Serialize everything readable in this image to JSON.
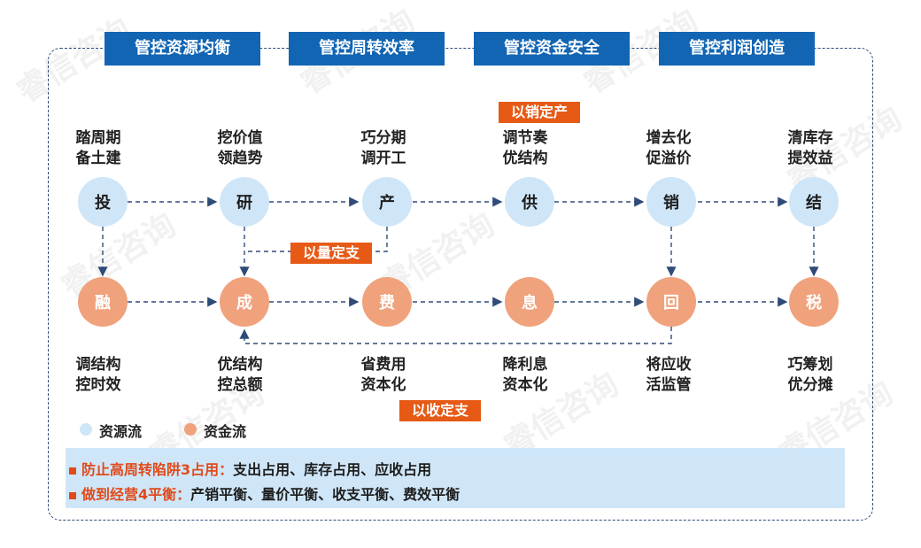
{
  "headers": [
    "管控资源均衡",
    "管控周转效率",
    "管控资金安全",
    "管控利润创造"
  ],
  "tags": {
    "sales_production": "以销定产",
    "volume_expense": "以量定支",
    "revenue_expense": "以收定支"
  },
  "top_labels": [
    [
      "踏周期",
      "备土建"
    ],
    [
      "挖价值",
      "领趋势"
    ],
    [
      "巧分期",
      "调开工"
    ],
    [
      "调节奏",
      "优结构"
    ],
    [
      "增去化",
      "促溢价"
    ],
    [
      "清库存",
      "提效益"
    ]
  ],
  "resource_nodes": [
    "投",
    "研",
    "产",
    "供",
    "销",
    "结"
  ],
  "capital_nodes": [
    "融",
    "成",
    "费",
    "息",
    "回",
    "税"
  ],
  "bottom_labels": [
    [
      "调结构",
      "控时效"
    ],
    [
      "优结构",
      "控总额"
    ],
    [
      "省费用",
      "资本化"
    ],
    [
      "降利息",
      "资本化"
    ],
    [
      "将应收",
      "活监管"
    ],
    [
      "巧筹划",
      "优分摊"
    ]
  ],
  "legend": {
    "resource": "资源流",
    "capital": "资金流"
  },
  "notes": [
    {
      "key": "防止高周转陷阱3占用：",
      "value": "支出占用、库存占用、应收占用"
    },
    {
      "key": "做到经营4平衡：",
      "value": "产销平衡、量价平衡、收支平衡、费效平衡"
    }
  ],
  "watermark": "睿信咨询",
  "colors": {
    "header": "#1265b3",
    "tag": "#e65a16",
    "resource": "#cfe6f8",
    "capital": "#f0a27c",
    "line": "#2f4c78",
    "note_key": "#e04a1a"
  }
}
